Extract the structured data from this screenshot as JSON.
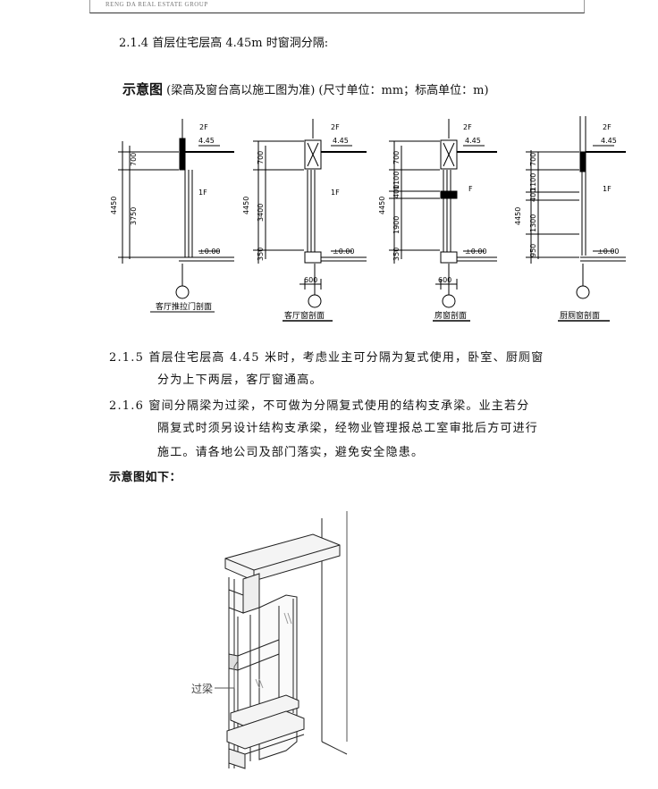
{
  "header": {
    "company": "RENG DA REAL ESTATE GROUP"
  },
  "section_214": {
    "title": "2.1.4 首层住宅层高 4.45m 时窗洞分隔:"
  },
  "diagram_note": {
    "bold": "示意图",
    "text": "(梁高及窗台高以施工图为准) (尺寸单位：mm；标高单位：m)"
  },
  "sections": [
    {
      "caption": "客厅推拉门剖面",
      "total": "4450",
      "dims": [
        "700",
        "3750"
      ],
      "level_top": "4.45",
      "level_bottom": "±0.00",
      "room": "1F",
      "top_tag": "2F"
    },
    {
      "caption": "客厅窗剖面",
      "total": "4450",
      "dims": [
        "700",
        "3400",
        "350"
      ],
      "level_top": "4.45",
      "level_bottom": "±0.00",
      "room": "1F",
      "top_tag": "2F",
      "width_dim": "600"
    },
    {
      "caption": "房窗剖面",
      "total": "4450",
      "dims": [
        "700",
        "1100",
        "400",
        "1900",
        "350"
      ],
      "level_top": "4.45",
      "level_bottom": "±0.00",
      "room": "F",
      "top_tag": "2F",
      "width_dim": "600"
    },
    {
      "caption": "厨厕窗剖面",
      "total": "4450",
      "dims": [
        "700",
        "1100",
        "400",
        "1300",
        "950"
      ],
      "level_top": "4.45",
      "level_bottom": "±0.00",
      "room": "1F",
      "top_tag": "2F"
    }
  ],
  "section_215": {
    "line1": "2.1.5 首层住宅层高 4.45 米时，考虑业主可分隔为复式使用，卧室、厨厕窗",
    "line2": "分为上下两层，客厅窗通高。"
  },
  "section_216": {
    "line1": "2.1.6 窗间分隔梁为过梁，不可做为分隔复式使用的结构支承梁。业主若分",
    "line2": "隔复式时须另设计结构支承梁，经物业管理报总工室审批后方可进行",
    "line3": "施工。请各地公司及部门落实，避免安全隐患。"
  },
  "diagram_intro": "示意图如下：",
  "iso_label": "过梁"
}
